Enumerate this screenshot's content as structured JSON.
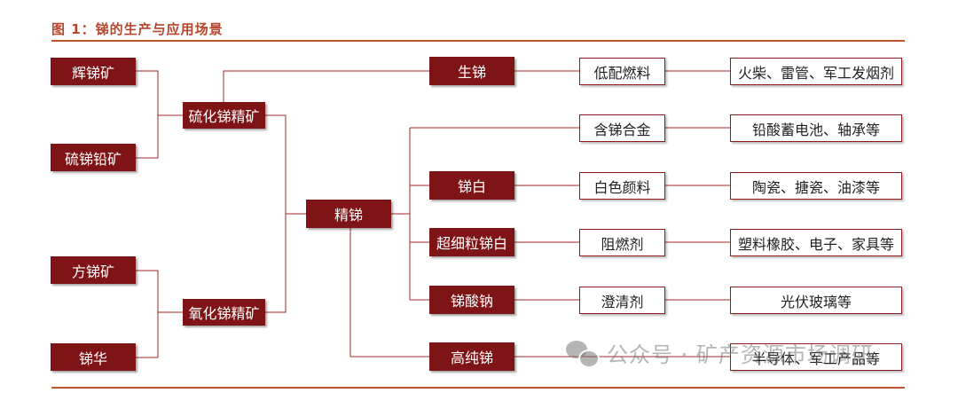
{
  "title": "图 1：锑的生产与应用场景",
  "ores": {
    "stibnite": "辉锑矿",
    "jamesonite": "硫锑铅矿",
    "senarmontite": "方锑矿",
    "antimony_bloom": "锑华"
  },
  "concentrates": {
    "sulfide": "硫化锑精矿",
    "oxide": "氧化锑精矿"
  },
  "refined": "精锑",
  "products": {
    "crude": "生锑",
    "oxide": "锑白",
    "ultrafine": "超细粒锑白",
    "sodium": "锑酸钠",
    "high_purity": "高纯锑"
  },
  "intermediates": {
    "low_fuel": "低配燃料",
    "alloy": "含锑合金",
    "white_pigment": "白色颜料",
    "flame_retardant": "阻燃剂",
    "clarifier": "澄清剂"
  },
  "applications": {
    "matches": "火柴、雷管、军工发烟剂",
    "batteries": "铅酸蓄电池、轴承等",
    "ceramics": "陶瓷、搪瓷、油漆等",
    "plastics": "塑料橡胶、电子、家具等",
    "glass": "光伏玻璃等",
    "semiconductors": "半导体、军工产品等"
  },
  "watermark": "公众号 · 矿产资源市场调研",
  "colors": {
    "dark_box": "#7f1416",
    "line": "#a3292b",
    "title": "#b5452b"
  }
}
